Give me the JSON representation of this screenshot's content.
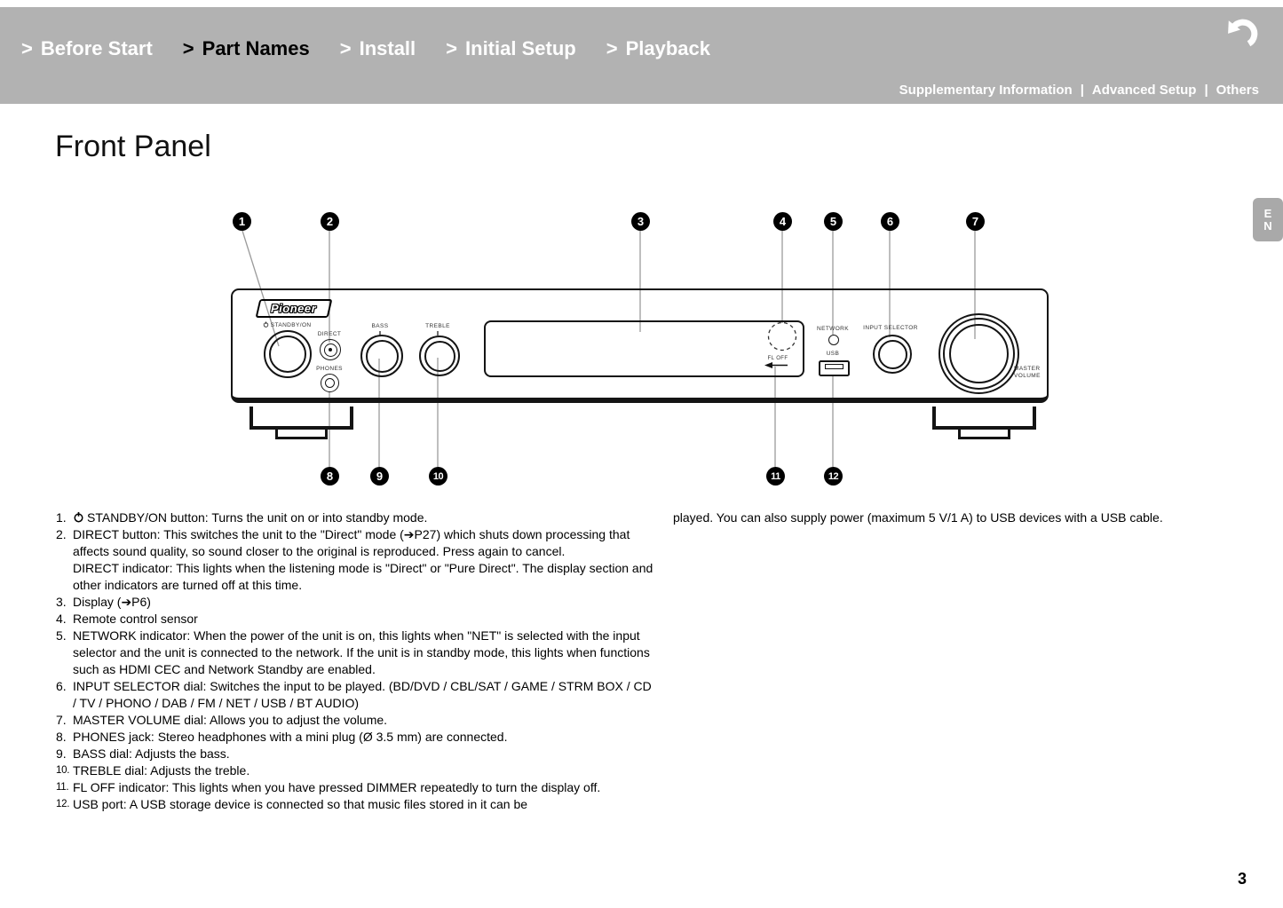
{
  "colors": {
    "header_bg": "#b2b2b2",
    "nav_active": "#000000",
    "nav_inactive": "#ffffff",
    "language_tab_bg": "#a9a9a9",
    "callout_bg": "#000000",
    "leader_line": "#9b9b9b"
  },
  "header": {
    "chevron": ">",
    "nav": [
      {
        "label": "Before Start",
        "active": false
      },
      {
        "label": "Part Names",
        "active": true
      },
      {
        "label": "Install",
        "active": false
      },
      {
        "label": "Initial Setup",
        "active": false
      },
      {
        "label": "Playback",
        "active": false
      }
    ],
    "subnav": [
      "Supplementary Information",
      "Advanced Setup",
      "Others"
    ],
    "subnav_separator": "|"
  },
  "page": {
    "title": "Front Panel",
    "page_number": "3",
    "language_tab_lines": [
      "E",
      "N"
    ]
  },
  "diagram": {
    "brand": "Pioneer",
    "labels": {
      "standby": "STANDBY/ON",
      "direct": "DIRECT",
      "phones": "PHONES",
      "bass": "BASS",
      "treble": "TREBLE",
      "fl_off": "FL OFF",
      "network": "NETWORK",
      "usb": "USB",
      "input_selector": "INPUT SELECTOR",
      "master_volume": "MASTER VOLUME"
    },
    "callouts": [
      "1",
      "2",
      "3",
      "4",
      "5",
      "6",
      "7",
      "8",
      "9",
      "10",
      "11",
      "12"
    ]
  },
  "parts": {
    "items": [
      {
        "num": "1.",
        "text": "STANDBY/ON button: Turns the unit on or into standby mode."
      },
      {
        "num": "2.",
        "text": "DIRECT button: This switches the unit to the \"Direct\" mode (➔P27) which shuts down processing that affects sound quality, so sound closer to the original is reproduced. Press again to cancel.\nDIRECT indicator: This lights when the listening mode is \"Direct\" or \"Pure Direct\". The display section and other indicators are turned off at this time."
      },
      {
        "num": "3.",
        "text": "Display (➔P6)"
      },
      {
        "num": "4.",
        "text": "Remote control sensor"
      },
      {
        "num": "5.",
        "text": "NETWORK indicator: When the power of the unit is on, this lights when \"NET\" is selected with the input selector and the unit is connected to the network. If the unit is in standby mode, this lights when functions such as HDMI CEC and Network Standby are enabled."
      },
      {
        "num": "6.",
        "text": "INPUT SELECTOR dial: Switches the input to be played. (BD/DVD / CBL/SAT / GAME / STRM BOX / CD / TV / PHONO / DAB / FM / NET / USB / BT AUDIO)"
      },
      {
        "num": "7.",
        "text": "MASTER VOLUME dial: Allows you to adjust the volume."
      },
      {
        "num": "8.",
        "text": "PHONES jack: Stereo headphones with a mini plug (Ø 3.5 mm) are connected."
      },
      {
        "num": "9.",
        "text": "BASS dial: Adjusts the bass."
      },
      {
        "num": "10.",
        "text": "TREBLE dial: Adjusts the treble."
      },
      {
        "num": "11.",
        "text": "FL OFF indicator: This lights when you have pressed DIMMER repeatedly to turn the display off."
      },
      {
        "num": "12.",
        "text": "USB port: A USB storage device is connected so that music files stored in it can be"
      }
    ],
    "continuation": "played. You can also supply power (maximum 5 V/1 A) to USB devices with a USB cable."
  }
}
